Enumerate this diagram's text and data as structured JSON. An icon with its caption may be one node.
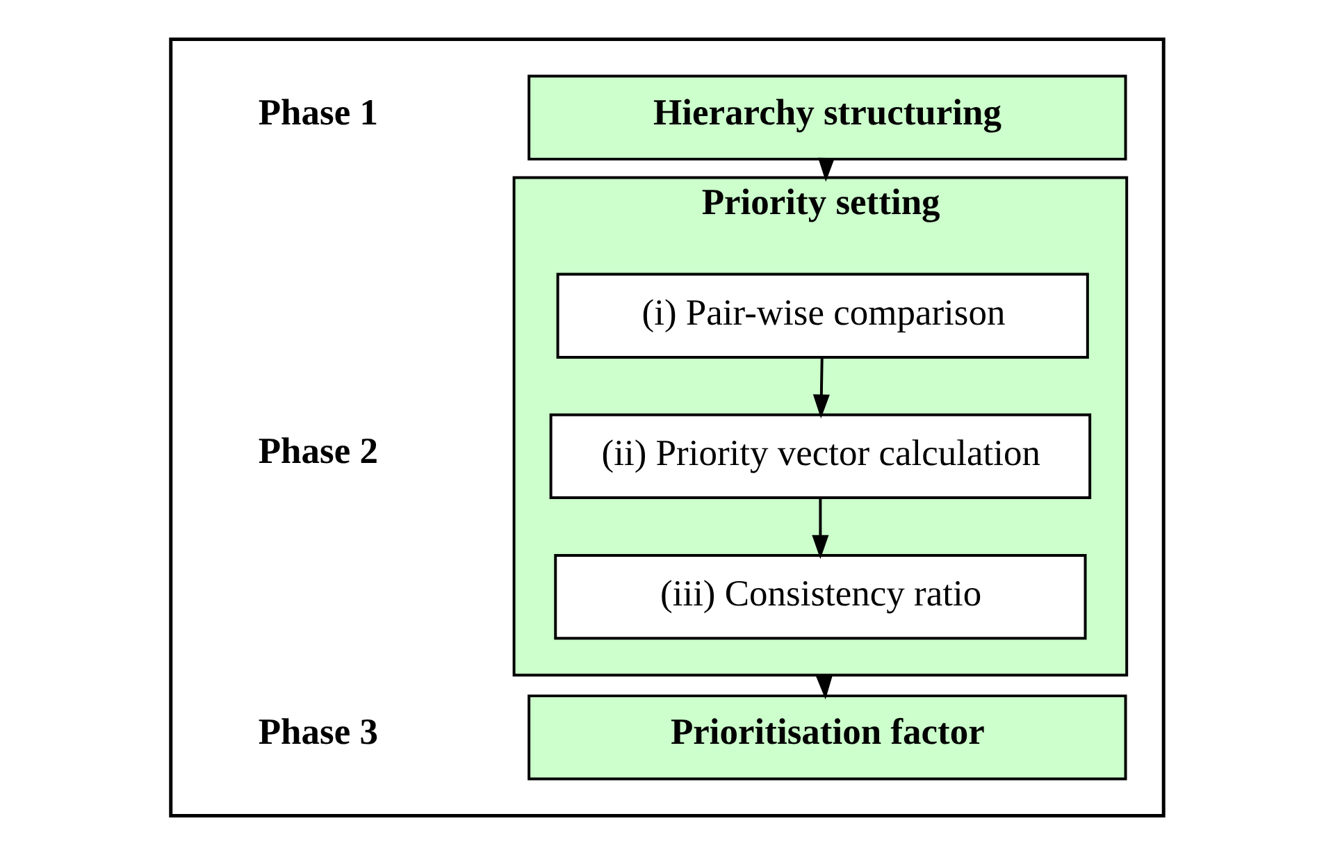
{
  "diagram": {
    "nodes": [
      {
        "text": [],
        "shape": "box"
      },
      {
        "text": [
          "Hierarchy structuring"
        ],
        "in": 0
      },
      {
        "text": [
          "Priority setting"
        ],
        "in": 0
      },
      {
        "text": [
          "(i) Pair-wise comparison"
        ],
        "in": 2
      },
      {
        "text": [
          "(ii) Priority vector calculation"
        ],
        "in": 2
      },
      {
        "text": [
          "(iii) Consistency ratio"
        ],
        "in": 2
      },
      {
        "text": [
          "Prioritisation factor"
        ],
        "in": 0
      }
    ],
    "edges": [
      {
        "from": 1,
        "to": 2,
        "arrow": "to"
      },
      {
        "from": 3,
        "to": 4,
        "arrow": "to"
      },
      {
        "from": 4,
        "to": 5,
        "arrow": "to"
      },
      {
        "from": 2,
        "to": 6,
        "arrow": "to"
      }
    ],
    "labels": [
      "Phase 1",
      "Phase 2",
      "Phase 3"
    ]
  }
}
